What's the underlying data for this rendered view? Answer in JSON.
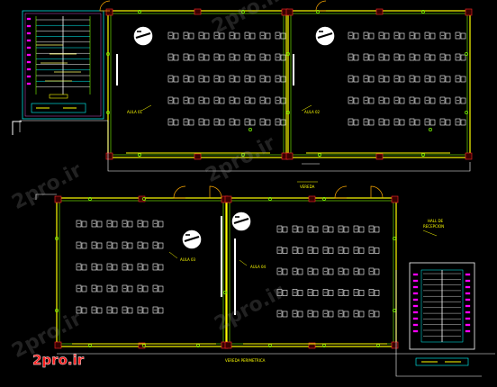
{
  "drawing": {
    "background": "#000000",
    "colors": {
      "wall": "#ffffff",
      "wall_green": "#7cfc00",
      "wall_yellow": "#ffff00",
      "column": "#ff2a2a",
      "furniture": "#ffffff",
      "stair_cyan": "#00ffff",
      "stair_magenta": "#ff00ff",
      "stair_yellow": "#ffff66",
      "door": "#ffaa00",
      "label": "#ffff00",
      "outline_magenta": "#ff66ff"
    },
    "labels": {
      "aula1": "AULA 01",
      "aula2": "AULA 02",
      "aula3": "AULA 03",
      "aula4": "AULA 04",
      "hall_title": "HALL DE",
      "hall_sub": "RECEPCION",
      "vereda": "VEREDA",
      "vereda_perimetrica": "VEREDA PERIMETRICA"
    },
    "watermark": {
      "main": "2pro.ir",
      "faded": "2pro.ir"
    }
  }
}
